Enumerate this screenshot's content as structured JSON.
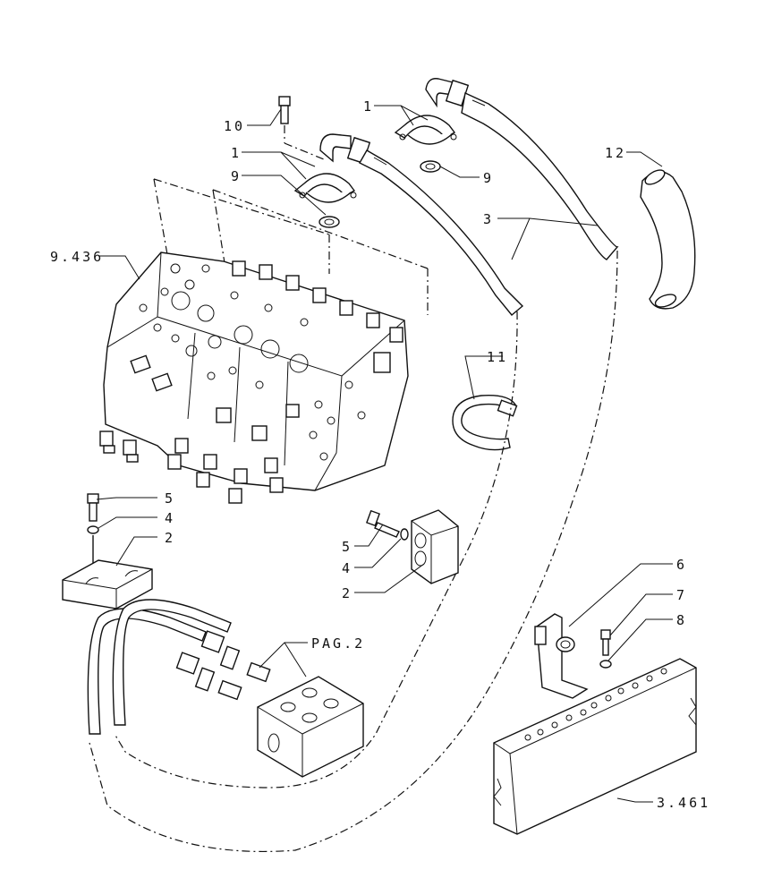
{
  "callouts": {
    "c10": "10",
    "c1a": "1",
    "c1b": "1",
    "c9a": "9",
    "c9b": "9",
    "c3": "3",
    "c12": "12",
    "c9436": "9.436",
    "c11": "11",
    "c5a": "5",
    "c4a": "4",
    "c2a": "2",
    "c5b": "5",
    "c4b": "4",
    "c2b": "2",
    "c6": "6",
    "c7": "7",
    "c8": "8",
    "cpag": "PAG.2",
    "c3461": "3.461"
  }
}
